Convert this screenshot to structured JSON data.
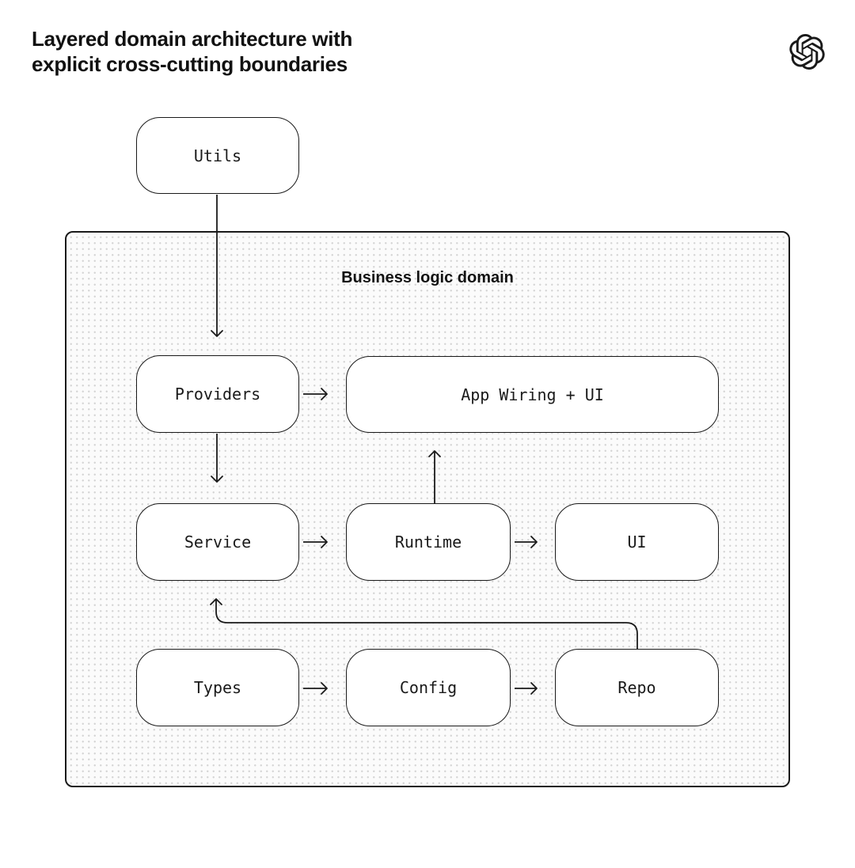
{
  "header": {
    "title_line1": "Layered domain architecture with",
    "title_line2": "explicit cross-cutting boundaries",
    "logo_icon": "openai-logo"
  },
  "diagram": {
    "container_label": "Business logic domain",
    "nodes": {
      "utils": {
        "label": "Utils"
      },
      "providers": {
        "label": "Providers"
      },
      "app_wiring": {
        "label": "App Wiring + UI"
      },
      "service": {
        "label": "Service"
      },
      "runtime": {
        "label": "Runtime"
      },
      "ui": {
        "label": "UI"
      },
      "types": {
        "label": "Types"
      },
      "config": {
        "label": "Config"
      },
      "repo": {
        "label": "Repo"
      }
    },
    "edges": [
      {
        "from": "utils",
        "to": "providers"
      },
      {
        "from": "providers",
        "to": "app_wiring"
      },
      {
        "from": "providers",
        "to": "service"
      },
      {
        "from": "runtime",
        "to": "app_wiring"
      },
      {
        "from": "service",
        "to": "runtime"
      },
      {
        "from": "runtime",
        "to": "ui"
      },
      {
        "from": "types",
        "to": "config"
      },
      {
        "from": "config",
        "to": "repo"
      },
      {
        "from": "repo",
        "to": "service"
      }
    ],
    "colors": {
      "ink": "#1a1a1a",
      "node_fill": "#ffffff",
      "container_fill": "#fbfbfb",
      "dot": "#d4d4d4",
      "page_bg": "#ffffff"
    }
  }
}
